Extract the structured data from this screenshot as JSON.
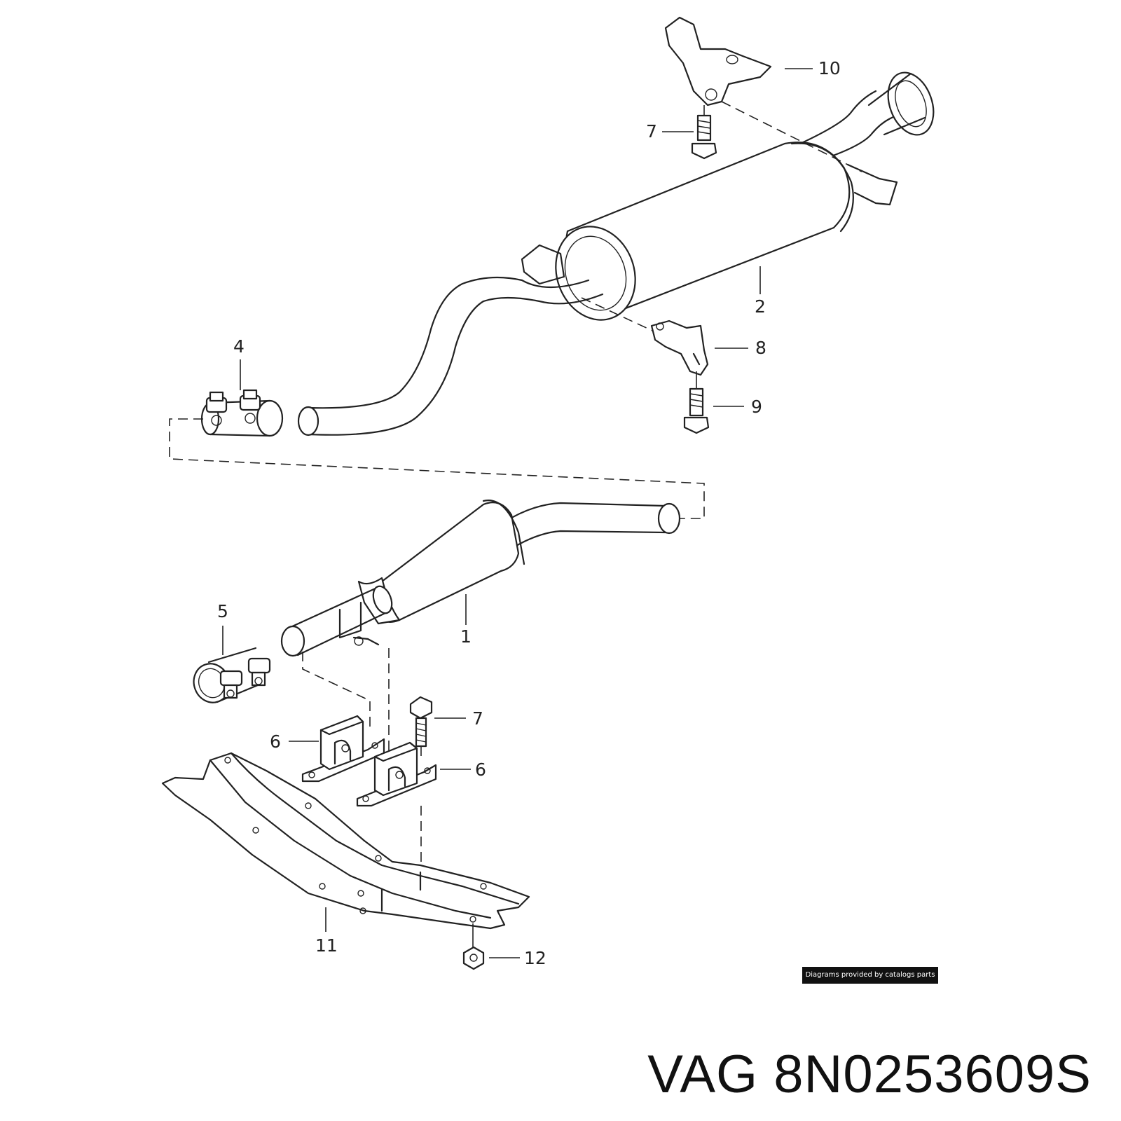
{
  "callouts": [
    {
      "id": "1",
      "label": "1"
    },
    {
      "id": "2",
      "label": "2"
    },
    {
      "id": "4",
      "label": "4"
    },
    {
      "id": "5",
      "label": "5"
    },
    {
      "id": "6a",
      "label": "6"
    },
    {
      "id": "6b",
      "label": "6"
    },
    {
      "id": "7a",
      "label": "7"
    },
    {
      "id": "7b",
      "label": "7"
    },
    {
      "id": "8",
      "label": "8"
    },
    {
      "id": "9",
      "label": "9"
    },
    {
      "id": "10",
      "label": "10"
    },
    {
      "id": "11",
      "label": "11"
    },
    {
      "id": "12",
      "label": "12"
    }
  ],
  "credit": "Diagrams provided by catalogs parts",
  "part_number": "VAG 8N0253609S"
}
